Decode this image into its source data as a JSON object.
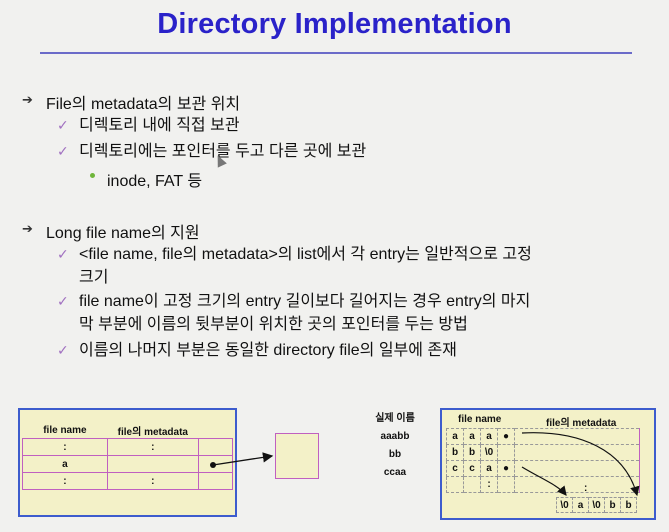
{
  "title": "Directory Implementation",
  "sections": [
    {
      "heading": "File의 metadata의 보관 위치",
      "items": [
        {
          "text": "디렉토리 내에 직접 보관"
        },
        {
          "text": "디렉토리에는 포인터를 두고 다른 곳에 보관",
          "sub": [
            "inode, FAT 등"
          ]
        }
      ]
    },
    {
      "heading": "Long file name의 지원",
      "items": [
        {
          "lines": [
            "<file name, file의 metadata>의 list에서 각 entry는 일반적으로 고정",
            "크기"
          ]
        },
        {
          "lines": [
            "file name이 고정 크기의 entry 길이보다 길어지는 경우 entry의 마지",
            "막 부분에 이름의 뒷부분이 위치한 곳의 포인터를 두는 방법"
          ]
        },
        {
          "lines": [
            "이름의 나머지 부분은 동일한 directory file의 일부에 존재"
          ]
        }
      ]
    }
  ],
  "diagram_left": {
    "headers": [
      "file name",
      "file의 metadata"
    ],
    "rows": [
      [
        ":",
        ":"
      ],
      [
        "a",
        ""
      ],
      [
        ":",
        ":"
      ]
    ]
  },
  "diagram_right": {
    "names_header": "실제 이름",
    "names": [
      "aaabb",
      "bb",
      "ccaa"
    ],
    "headers": [
      "file name",
      "file의 metadata"
    ],
    "rows": [
      [
        "a",
        "a",
        "a",
        "●"
      ],
      [
        "b",
        "b",
        "\\0",
        ""
      ],
      [
        "c",
        "c",
        "a",
        "●"
      ],
      [
        "",
        "",
        ":",
        ""
      ]
    ],
    "tail_dots": ":",
    "tail_cells": [
      "\\0",
      "a",
      "\\0",
      "b",
      "b"
    ]
  },
  "colors": {
    "title": "#2a22c9",
    "border": "#3d5ccd",
    "cell_border": "#c060c0",
    "cell_fill": "#f3f1c8"
  }
}
